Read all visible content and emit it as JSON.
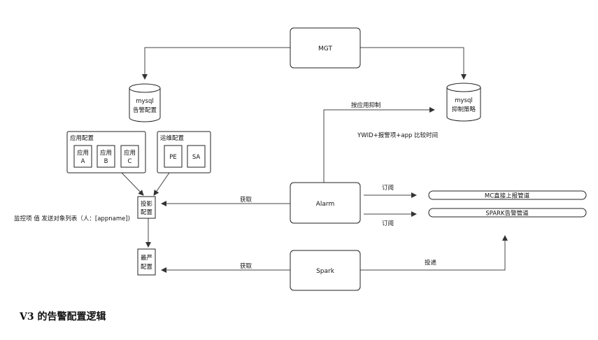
{
  "nodes": {
    "mgt": "MGT",
    "mysql_alert_config": [
      "mysql",
      "告警配置"
    ],
    "mysql_suppression": [
      "mysql",
      "抑制策略"
    ],
    "app_config_group": "应用配置",
    "apps": [
      [
        "应用",
        "A"
      ],
      [
        "应用",
        "B"
      ],
      [
        "应用",
        "C"
      ]
    ],
    "ops_config_group": "运维配置",
    "ops_roles": [
      "PE",
      "SA"
    ],
    "projection_config": [
      "投影",
      "配置"
    ],
    "strictest_config": [
      "最严",
      "配置"
    ],
    "alarm": "Alarm",
    "spark": "Spark",
    "mc_pipeline": "MC直接上报管道",
    "spark_pipeline": "SPARK告警管道"
  },
  "edges": {
    "suppress_by_app": "按应用抑制",
    "compare_time": "YWID+报警项+app  比较时间",
    "fetch_alarm": "获取",
    "fetch_spark": "获取",
    "subscribe_1": "订阅",
    "subscribe_2": "订阅",
    "deliver": "投递"
  },
  "annotation": "监控项 值 发送对象列表（人：[appname])",
  "caption": "V3 的告警配置逻辑"
}
